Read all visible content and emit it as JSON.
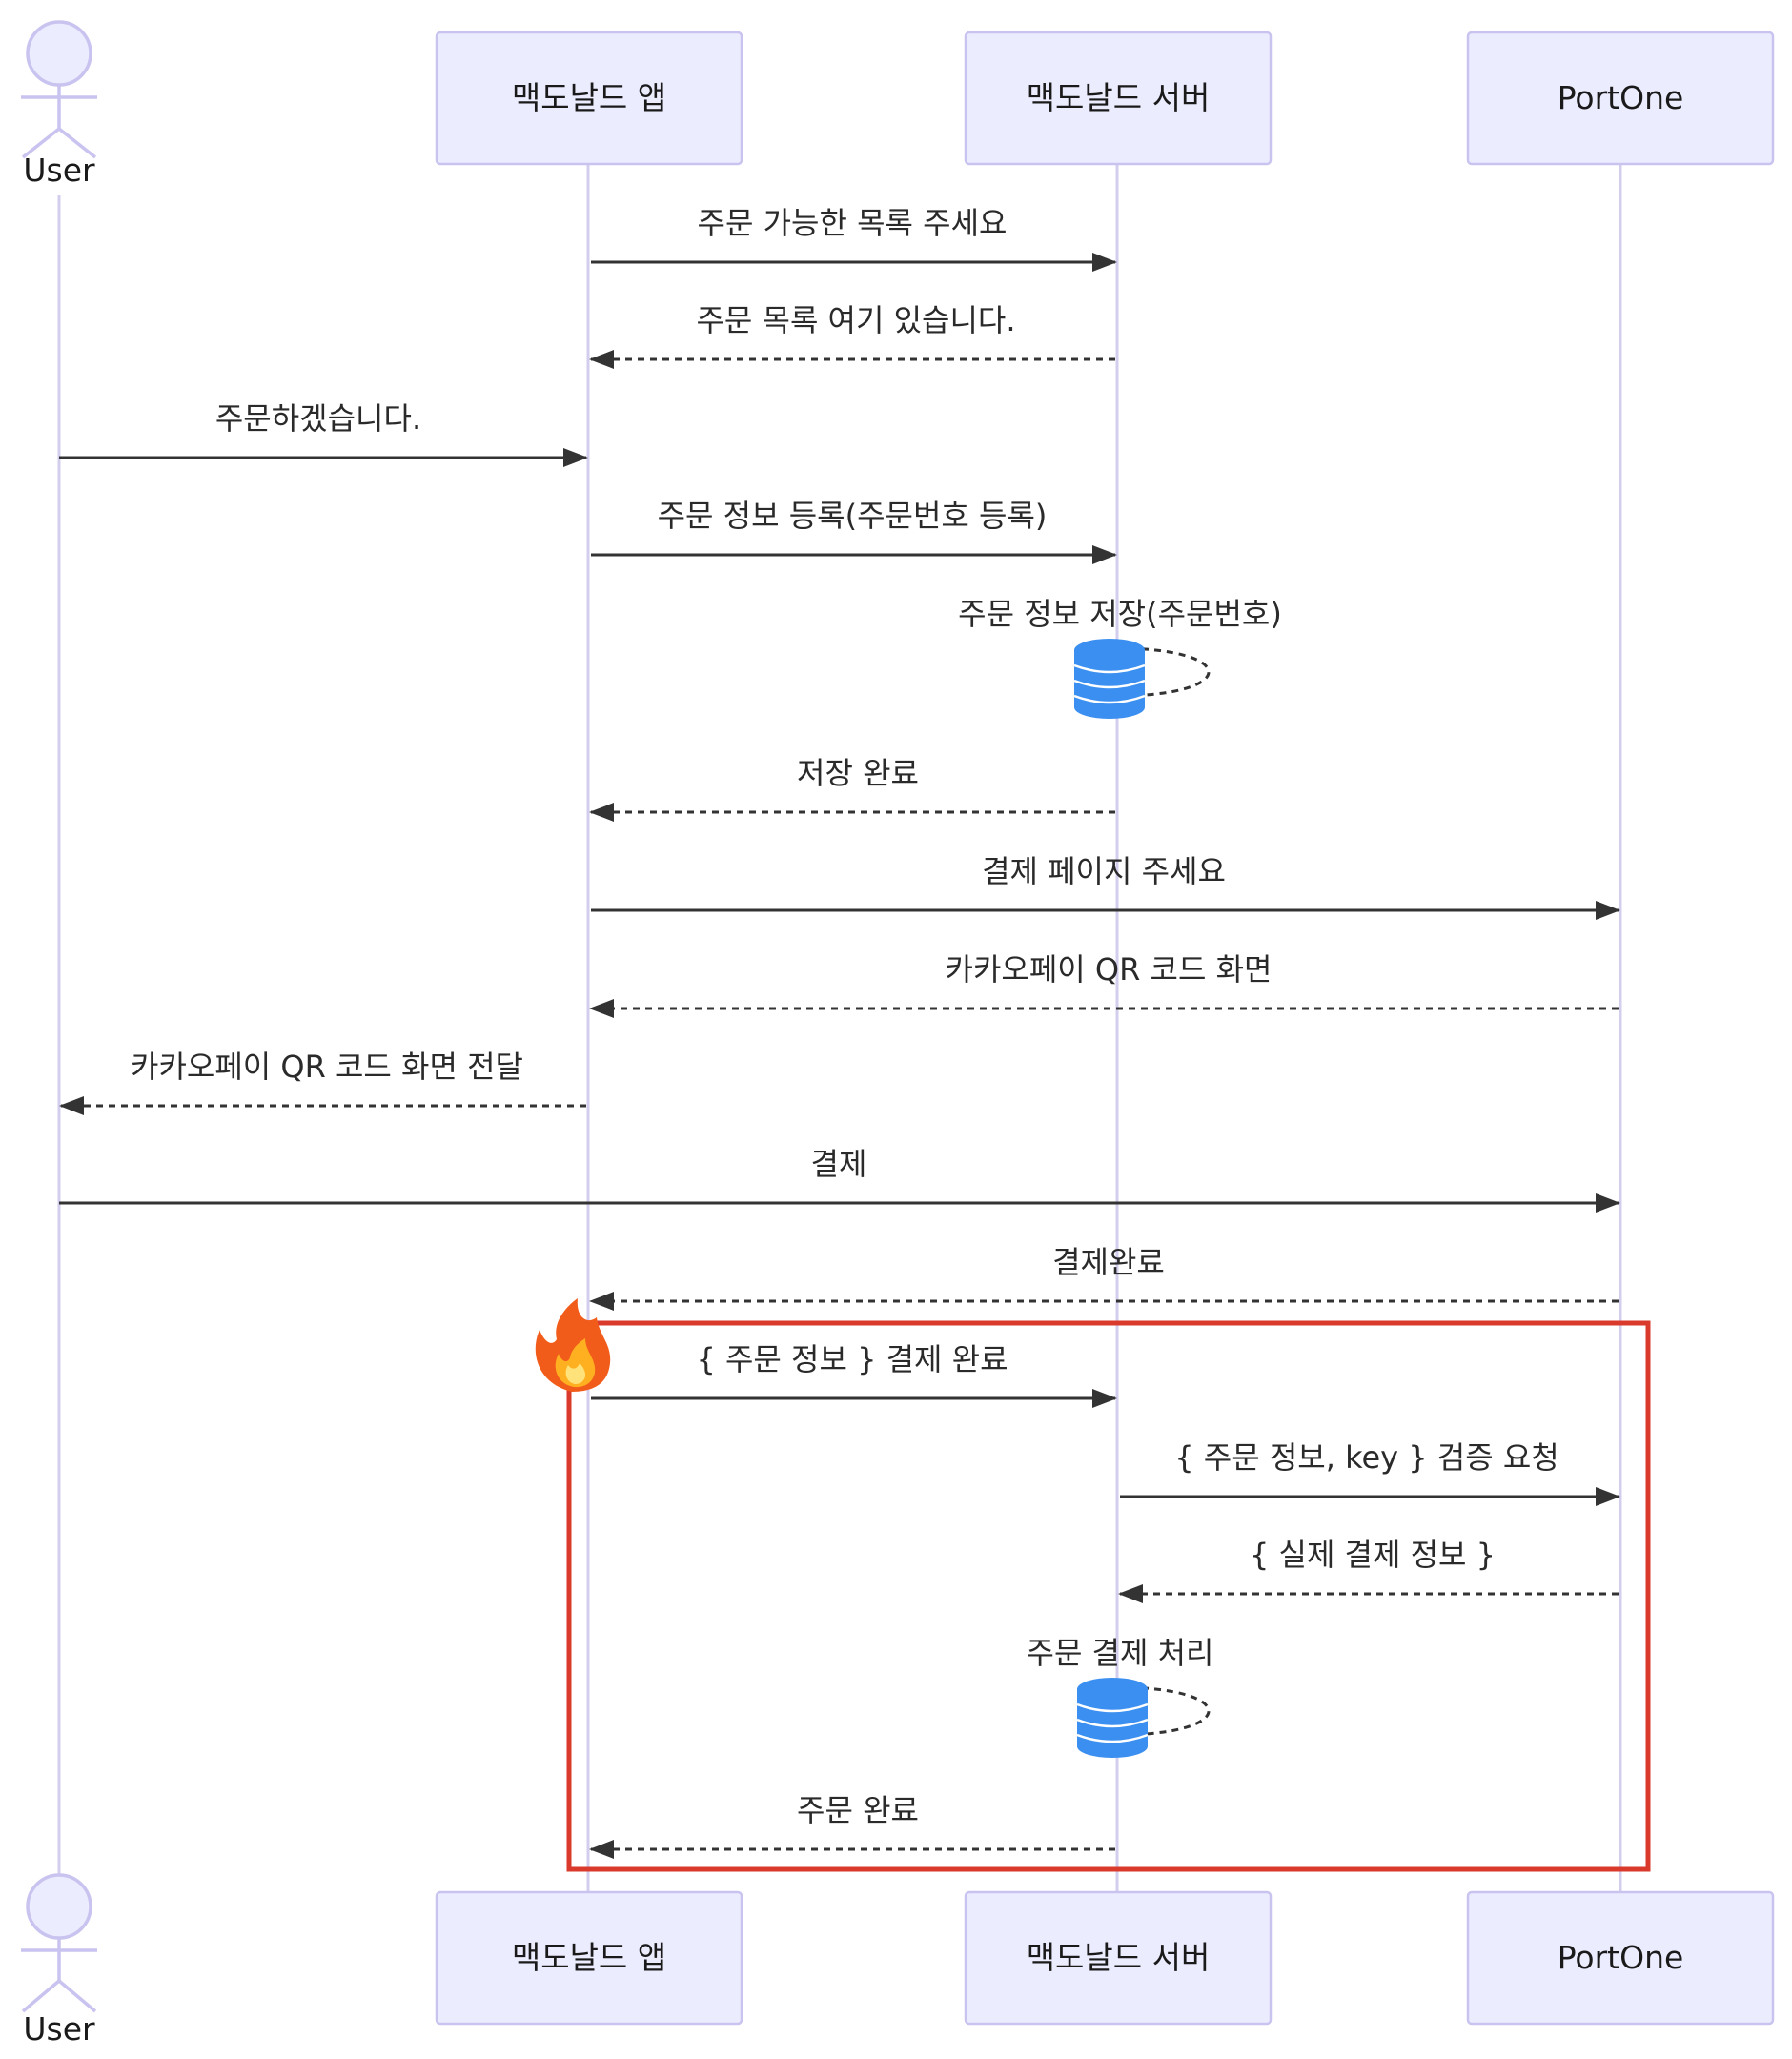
{
  "participants": {
    "user": "User",
    "app": "맥도날드 앱",
    "server": "맥도날드 서버",
    "portone": "PortOne"
  },
  "messages": [
    {
      "text": "주문 가능한 목록 주세요",
      "from": "app",
      "to": "server",
      "style": "solid"
    },
    {
      "text": "주문 목록 여기 있습니다.",
      "from": "server",
      "to": "app",
      "style": "dashed"
    },
    {
      "text": "주문하겠습니다.",
      "from": "user",
      "to": "app",
      "style": "solid"
    },
    {
      "text": "주문 정보 등록(주문번호 등록)",
      "from": "app",
      "to": "server",
      "style": "solid"
    },
    {
      "text": "주문 정보 저장(주문번호)",
      "from": "server",
      "to": "server",
      "style": "self-db"
    },
    {
      "text": "저장 완료",
      "from": "server",
      "to": "app",
      "style": "dashed"
    },
    {
      "text": "결제 페이지 주세요",
      "from": "app",
      "to": "portone",
      "style": "solid"
    },
    {
      "text": "카카오페이 QR 코드 화면",
      "from": "portone",
      "to": "app",
      "style": "dashed"
    },
    {
      "text": "카카오페이 QR 코드 화면 전달",
      "from": "app",
      "to": "user",
      "style": "dashed"
    },
    {
      "text": "결제",
      "from": "user",
      "to": "portone",
      "style": "solid"
    },
    {
      "text": "결제완료",
      "from": "portone",
      "to": "app",
      "style": "dashed"
    },
    {
      "text": "{ 주문 정보 } 결제 완료",
      "from": "app",
      "to": "server",
      "style": "solid"
    },
    {
      "text": "{ 주문 정보, key } 검증 요청",
      "from": "server",
      "to": "portone",
      "style": "solid"
    },
    {
      "text": "{ 실제 결제 정보 }",
      "from": "portone",
      "to": "server",
      "style": "dashed"
    },
    {
      "text": "주문 결제 처리",
      "from": "server",
      "to": "server",
      "style": "self-db"
    },
    {
      "text": "주문 완료",
      "from": "server",
      "to": "app",
      "style": "dashed"
    }
  ],
  "highlight": {
    "icon": "fire-icon",
    "emoji": "🔥",
    "color": "#d93a2b"
  },
  "colors": {
    "participant_fill": "#ececff",
    "participant_border": "#c9c3f0",
    "arrow": "#333333",
    "database": "#3b8ff0"
  }
}
